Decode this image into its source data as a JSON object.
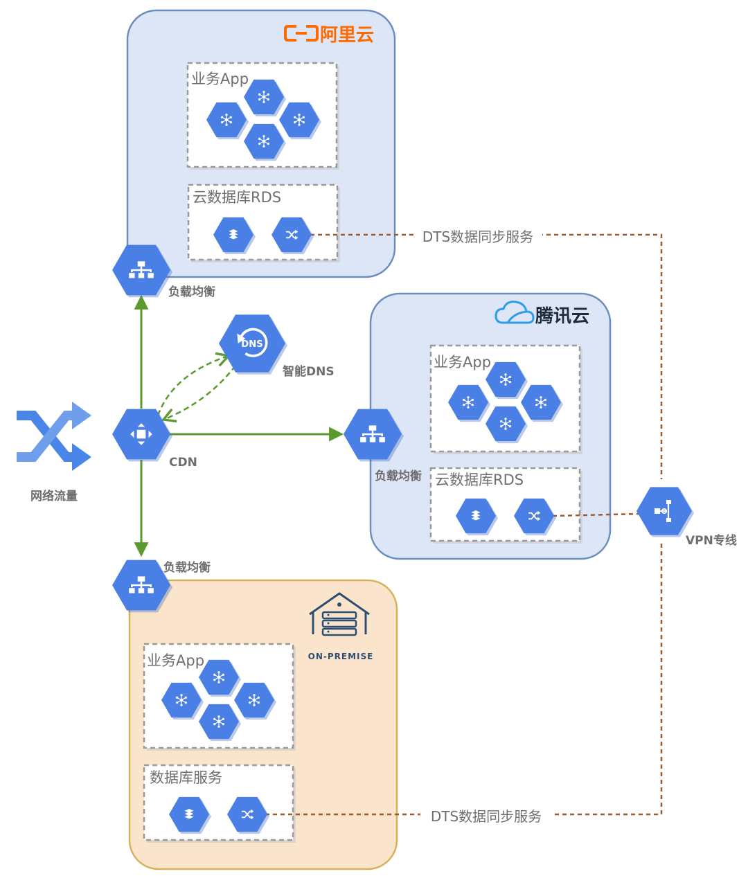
{
  "clouds": {
    "aliyun": {
      "brand": "阿里云",
      "brand_color": "#FF6A00",
      "fill": "#DCE6F7",
      "stroke": "#6C8EBF"
    },
    "tencent": {
      "brand": "腾讯云",
      "brand_color": "#1D2B3A",
      "logo_color": "#2E9CE6",
      "fill": "#DCE6F7",
      "stroke": "#6C8EBF"
    },
    "onprem": {
      "brand": "ON-PREMISE",
      "brand_color": "#2D4E73",
      "fill": "#FAE5CC",
      "stroke": "#D6B35A"
    }
  },
  "groups": {
    "app_label": "业务App",
    "rds_label": "云数据库RDS",
    "db_service_label": "数据库服务"
  },
  "nodes": {
    "traffic": "网络流量",
    "cdn": "CDN",
    "smart_dns": "智能DNS",
    "dns_badge": "DNS",
    "lb": "负载均衡",
    "vpn": "VPN专线"
  },
  "edges": {
    "dts_label": "DTS数据同步服务"
  },
  "colors": {
    "hex_blue": "#4A80E5",
    "hex_shadow": "#3A66B8",
    "arrow_green": "#5A9A2E",
    "dashed_brown": "#9C5A2E",
    "label_gray": "#6E6E6E",
    "traffic_blue": "#4A86E8"
  }
}
